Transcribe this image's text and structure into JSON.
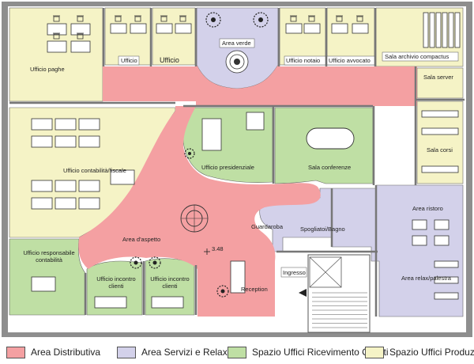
{
  "colors": {
    "distributiva": "#f4a0a2",
    "servizi_relax": "#d3d1ea",
    "ricevimento": "#bfdfa4",
    "produzione": "#f5f3c6",
    "wall": "#9a9a9a",
    "line": "#333333"
  },
  "rooms": {
    "ufficio_paghe": "Ufficio paghe",
    "ufficio_1": "Ufficio",
    "ufficio_2": "Ufficio",
    "area_verde": "Area verde",
    "ufficio_notaio": "Ufficio notaio",
    "ufficio_avvocato": "Ufficio avvocato",
    "sala_archivio": "Sala archivio compactus",
    "sala_server": "Sala server",
    "sala_corsi": "Sala corsi",
    "ufficio_presidenziale": "Ufficio presidenziale",
    "sala_conferenze": "Sala conferenze",
    "ufficio_contabilita": "Ufficio contabilità/fiscale",
    "area_aspetto": "Area d'aspetto",
    "guardaroba": "Guardaroba",
    "spogliatoi": "Spogliatoi/Bagno",
    "area_ristoro": "Area ristoro",
    "area_relax": "Area relax/palestra",
    "ufficio_responsabile": "Ufficio responsabile contabilità",
    "ufficio_incontro_1": "Ufficio incontro clienti",
    "ufficio_incontro_2": "Ufficio incontro clienti",
    "ingresso": "Ingresso",
    "reception": "Reception",
    "level_mark": "3.48"
  },
  "legend": [
    {
      "label": "Area Distributiva",
      "color": "#f4a0a2"
    },
    {
      "label": "Area Servizi e Relax",
      "color": "#d3d1ea"
    },
    {
      "label": "Spazio Uffici Ricevimento Clienti",
      "color": "#bfdfa4"
    },
    {
      "label": "Spazio Uffici Produzione",
      "color": "#f5f3c6"
    }
  ]
}
